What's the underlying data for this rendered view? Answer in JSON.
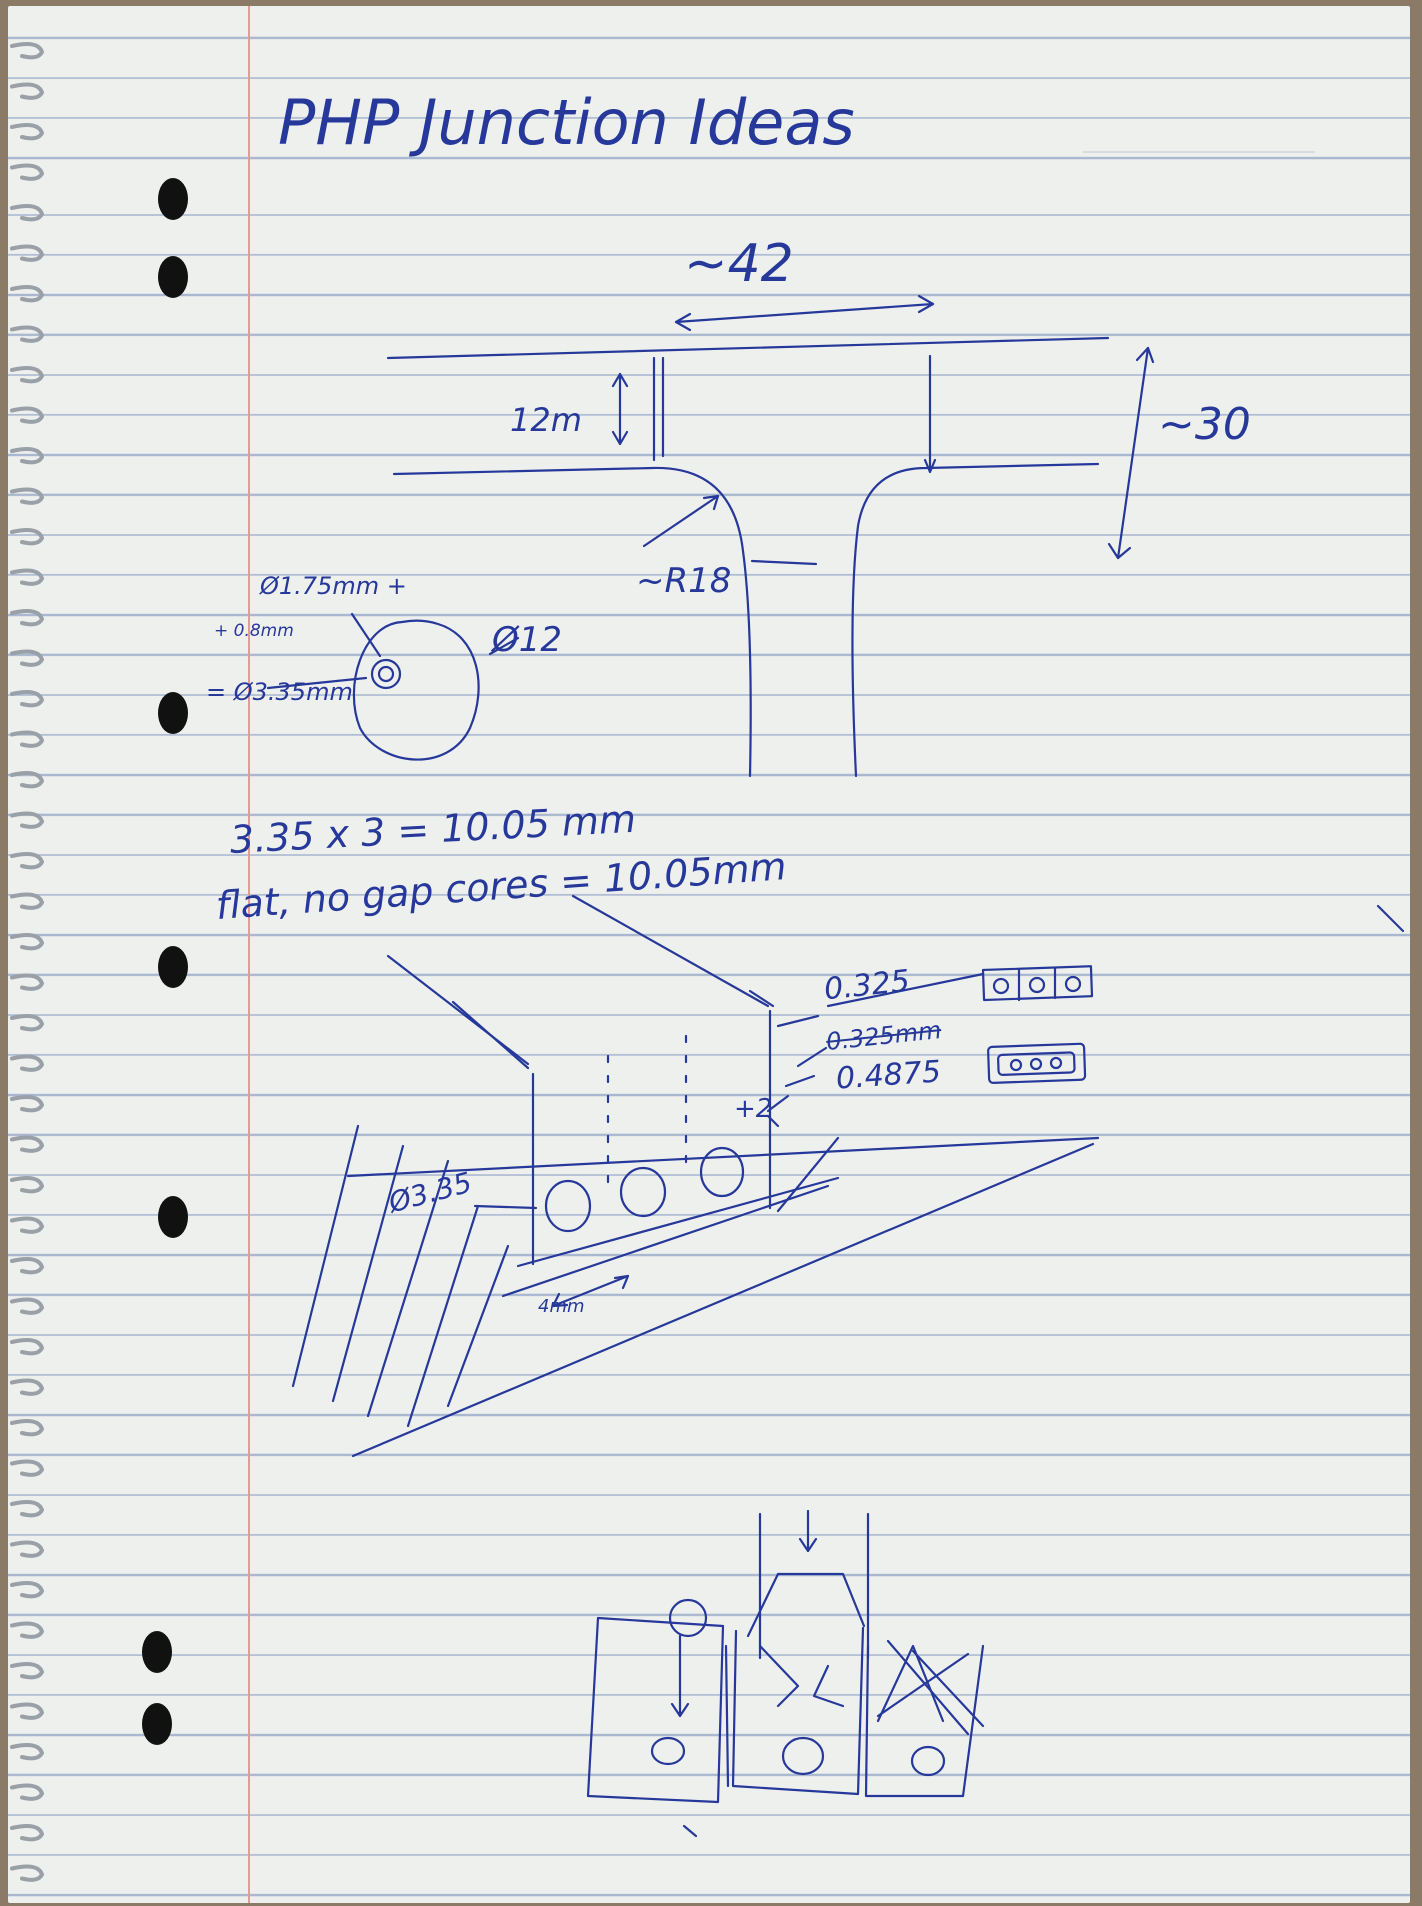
{
  "note": {
    "title": "PHP Junction Ideas",
    "dim_width": "~42",
    "dim_height": "~30",
    "dim_arm": "12m",
    "dim_radius": "~R18",
    "diam_outer": "Ø12",
    "diam_filament": "Ø1.75mm +",
    "tolerance": "+ 0.8mm",
    "diam_core": "= Ø3.35mm",
    "calc_line": "3.35 x 3 = 10.05 mm",
    "flat_line": "flat, no gap cores = 10.05mm",
    "gap_a": "0.325",
    "gap_b_crossed": "0.325mm",
    "gap_c": "0.4875",
    "hole_diam": "Ø3.35",
    "spacing": "4mm",
    "plus_two": "+2"
  },
  "colors": {
    "ink": "#26389a",
    "paper": "#eef0ee",
    "margin": "#e59a9a",
    "rule": "#a9b8d0"
  }
}
